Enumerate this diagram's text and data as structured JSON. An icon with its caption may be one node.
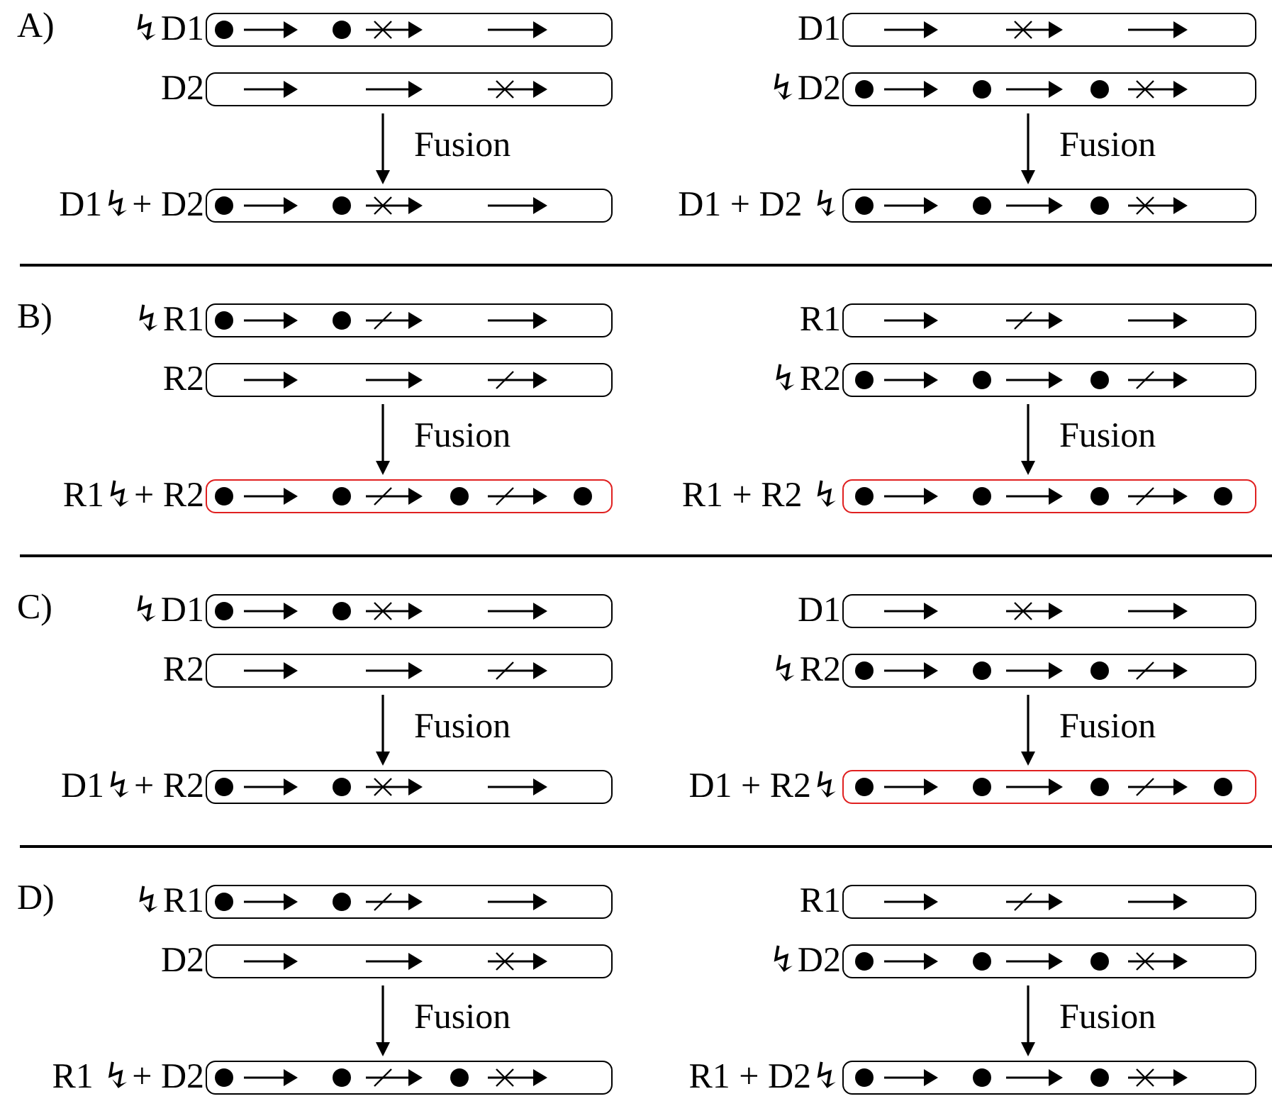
{
  "diagram": {
    "nodes": [
      {
        "text": [
          "↯D1"
        ]
      },
      {
        "text": [
          "D1"
        ]
      },
      {
        "text": [
          "D2"
        ]
      },
      {
        "text": [
          "↯D2"
        ]
      },
      {
        "text": [
          "D1↯+ D2"
        ]
      },
      {
        "text": [
          "D1 + D2 ↯"
        ]
      },
      {
        "text": [
          "↯R1"
        ]
      },
      {
        "text": [
          "R1"
        ]
      },
      {
        "text": [
          "R2"
        ]
      },
      {
        "text": [
          "↯R2"
        ]
      },
      {
        "text": [
          "R1↯+ R2"
        ]
      },
      {
        "text": [
          "R1 + R2 ↯"
        ]
      },
      {
        "text": [
          "↯D1"
        ]
      },
      {
        "text": [
          "D1"
        ]
      },
      {
        "text": [
          "R2"
        ]
      },
      {
        "text": [
          "↯R2"
        ]
      },
      {
        "text": [
          "D1↯+ R2"
        ]
      },
      {
        "text": [
          "D1 + R2↯"
        ]
      },
      {
        "text": [
          "↯R1"
        ]
      },
      {
        "text": [
          "R1"
        ]
      },
      {
        "text": [
          "D2"
        ]
      },
      {
        "text": [
          "↯D2"
        ]
      },
      {
        "text": [
          "R1 ↯+ D2"
        ]
      },
      {
        "text": [
          "R1 + D2↯"
        ]
      }
    ],
    "edges": [
      {
        "from": 2,
        "to": 4,
        "arrow": "to",
        "label": "Fusion"
      },
      {
        "from": 3,
        "to": 5,
        "arrow": "to",
        "label": "Fusion"
      },
      {
        "from": 8,
        "to": 10,
        "arrow": "to",
        "label": "Fusion"
      },
      {
        "from": 9,
        "to": 11,
        "arrow": "to",
        "label": "Fusion"
      },
      {
        "from": 14,
        "to": 16,
        "arrow": "to",
        "label": "Fusion"
      },
      {
        "from": 15,
        "to": 17,
        "arrow": "to",
        "label": "Fusion"
      },
      {
        "from": 20,
        "to": 22,
        "arrow": "to",
        "label": "Fusion"
      },
      {
        "from": 21,
        "to": 23,
        "arrow": "to",
        "label": "Fusion"
      }
    ],
    "labels": [
      "A)",
      "B)",
      "C)",
      "D)"
    ]
  }
}
